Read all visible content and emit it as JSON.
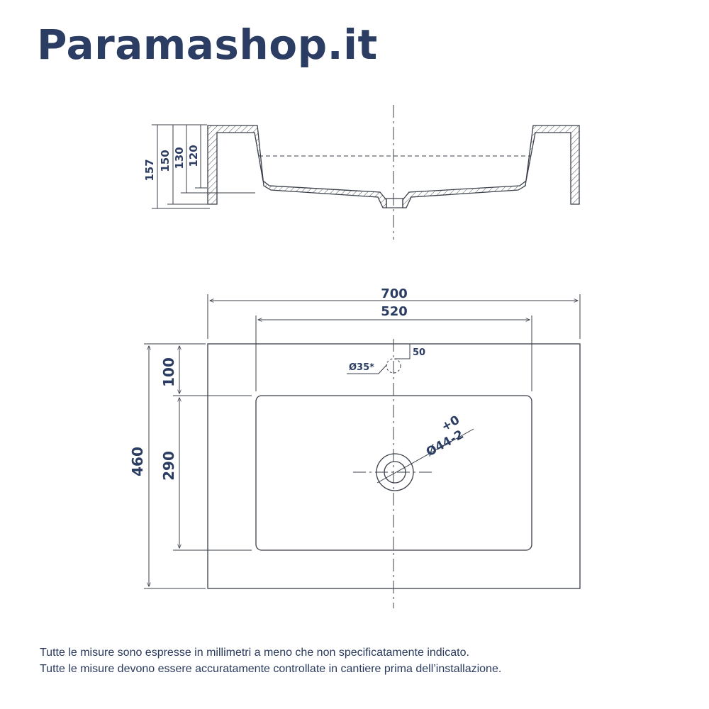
{
  "brand": {
    "name": "Paramashop.it"
  },
  "section_view": {
    "dimensions": {
      "d157": "157",
      "d150": "150",
      "d130": "130",
      "d120": "120"
    }
  },
  "top_view": {
    "dimensions": {
      "width_outer": "700",
      "width_inner": "520",
      "depth_total": "460",
      "depth_back": "100",
      "depth_basin": "290",
      "tap_offset": "50"
    },
    "tap_hole_label": "Ø35*",
    "drain_label_tol": "+0",
    "drain_label": "Ø44-2"
  },
  "notes": {
    "line1": "Tutte le misure sono espresse in millimetri a meno che non specificatamente indicato.",
    "line2": "Tutte le misure devono essere accuratamente controllate in cantiere prima dell’installazione."
  },
  "colors": {
    "ink": "#2b3d63",
    "line": "#3a3f4a",
    "brand": "#2b3d63"
  }
}
